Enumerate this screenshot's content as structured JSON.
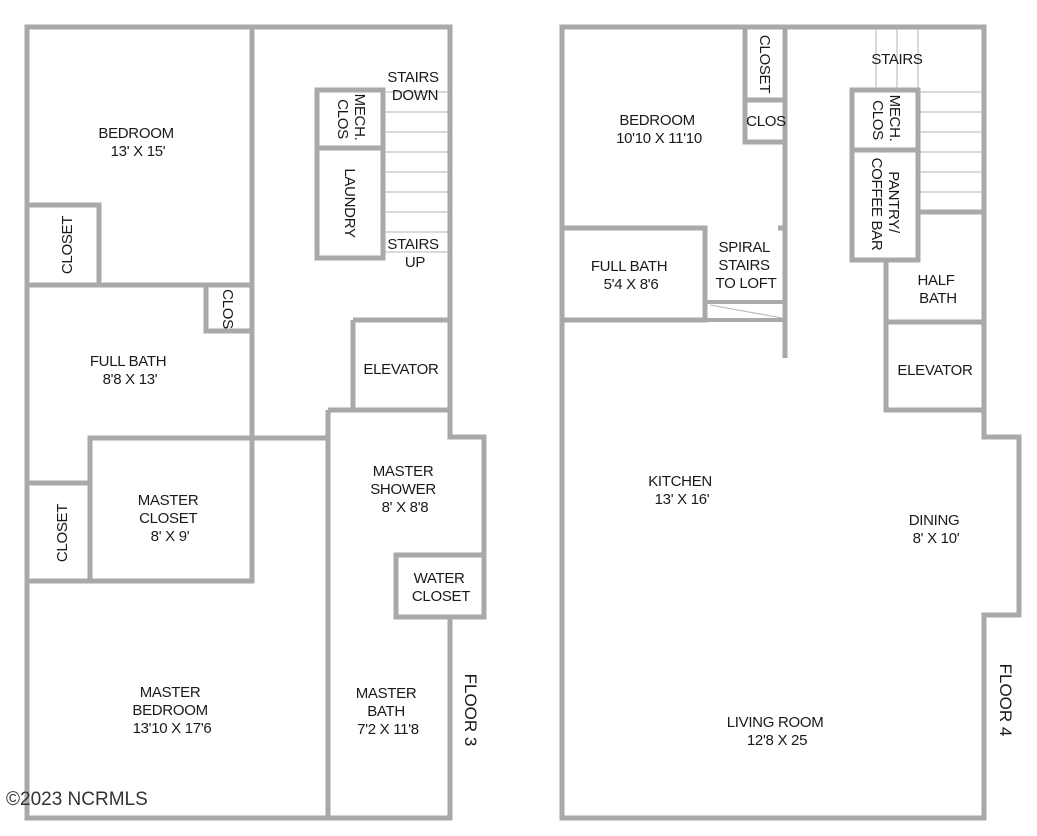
{
  "floor3": {
    "floor_label": "FLOOR 3",
    "rooms": {
      "bedroom": [
        "BEDROOM",
        "13' X 15'"
      ],
      "closet_a": [
        "CLOSET"
      ],
      "clos_small": [
        "CLOS"
      ],
      "full_bath": [
        "FULL BATH",
        "8'8 X 13'"
      ],
      "closet_b": [
        "CLOSET"
      ],
      "master_closet": [
        "MASTER",
        "CLOSET",
        "8' X 9'"
      ],
      "master_bedroom": [
        "MASTER",
        "BEDROOM",
        "13'10 X 17'6"
      ],
      "mech_clos": [
        "MECH.",
        "CLOS"
      ],
      "laundry": [
        "LAUNDRY"
      ],
      "stairs_down": [
        "STAIRS",
        "DOWN"
      ],
      "stairs_up": [
        "STAIRS",
        "UP"
      ],
      "elevator": [
        "ELEVATOR"
      ],
      "master_shower": [
        "MASTER",
        "SHOWER",
        "8' X 8'8"
      ],
      "water_closet": [
        "WATER",
        "CLOSET"
      ],
      "master_bath": [
        "MASTER",
        "BATH",
        "7'2 X 11'8"
      ]
    }
  },
  "floor4": {
    "floor_label": "FLOOR 4",
    "rooms": {
      "closet": [
        "CLOSET"
      ],
      "clos": [
        "CLOS"
      ],
      "bedroom": [
        "BEDROOM",
        "10'10 X 11'10"
      ],
      "stairs": [
        "STAIRS"
      ],
      "mech_clos": [
        "MECH.",
        "CLOS"
      ],
      "pantry": [
        "PANTRY/",
        "COFFEE BAR"
      ],
      "full_bath": [
        "FULL BATH",
        "5'4 X 8'6"
      ],
      "spiral_stairs": [
        "SPIRAL",
        "STAIRS",
        "TO LOFT"
      ],
      "half_bath": [
        "HALF",
        "BATH"
      ],
      "elevator": [
        "ELEVATOR"
      ],
      "kitchen": [
        "KITCHEN",
        "13' X 16'"
      ],
      "dining": [
        "DINING",
        "8' X 10'"
      ],
      "living_room": [
        "LIVING ROOM",
        "12'8 X 25"
      ]
    }
  },
  "copyright": "©2023 NCRMLS",
  "colors": {
    "wall": "#a9a9a9",
    "floor": "#efefef",
    "text": "#1a1a1a"
  }
}
